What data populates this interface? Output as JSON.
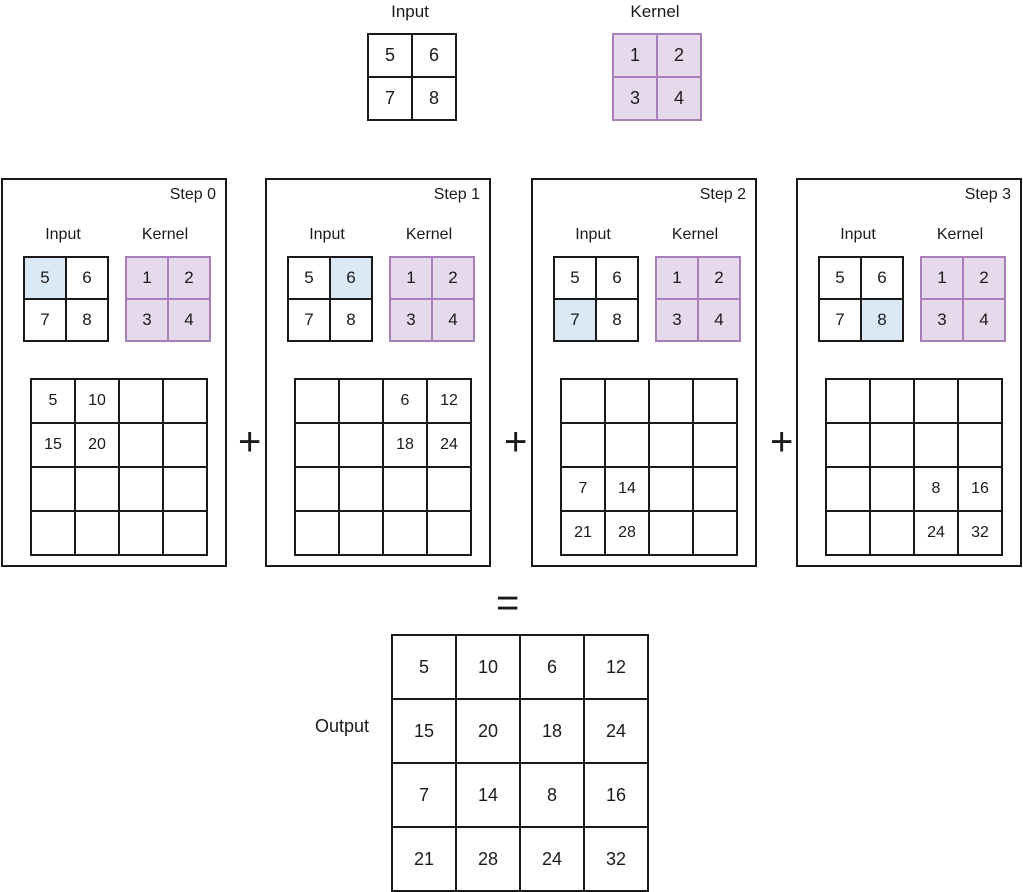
{
  "figure": {
    "title": "2D transposed-convolution / outer-product expansion diagram",
    "operators": {
      "plus": "+",
      "equals": "="
    },
    "colors": {
      "kernel_fill": "#e7d9ec",
      "kernel_border": "#a87fb8",
      "highlight_fill": "#dbe9f6",
      "grid_border": "#1a1a1a",
      "background": "#ffffff"
    }
  },
  "top": {
    "input": {
      "label": "Input",
      "rows": [
        [
          "5",
          "6"
        ],
        [
          "7",
          "8"
        ]
      ]
    },
    "kernel": {
      "label": "Kernel",
      "rows": [
        [
          "1",
          "2"
        ],
        [
          "3",
          "4"
        ]
      ]
    }
  },
  "steps": [
    {
      "title": "Step 0",
      "input_label": "Input",
      "kernel_label": "Kernel",
      "input_rows": [
        [
          "5",
          "6"
        ],
        [
          "7",
          "8"
        ]
      ],
      "kernel_rows": [
        [
          "1",
          "2"
        ],
        [
          "3",
          "4"
        ]
      ],
      "highlight": {
        "row": 0,
        "col": 0,
        "value": "5"
      },
      "result_rows": [
        [
          "5",
          "10",
          "",
          ""
        ],
        [
          "15",
          "20",
          "",
          ""
        ],
        [
          "",
          "",
          "",
          ""
        ],
        [
          "",
          "",
          "",
          ""
        ]
      ]
    },
    {
      "title": "Step 1",
      "input_label": "Input",
      "kernel_label": "Kernel",
      "input_rows": [
        [
          "5",
          "6"
        ],
        [
          "7",
          "8"
        ]
      ],
      "kernel_rows": [
        [
          "1",
          "2"
        ],
        [
          "3",
          "4"
        ]
      ],
      "highlight": {
        "row": 0,
        "col": 1,
        "value": "6"
      },
      "result_rows": [
        [
          "",
          "",
          "6",
          "12"
        ],
        [
          "",
          "",
          "18",
          "24"
        ],
        [
          "",
          "",
          "",
          ""
        ],
        [
          "",
          "",
          "",
          ""
        ]
      ]
    },
    {
      "title": "Step 2",
      "input_label": "Input",
      "kernel_label": "Kernel",
      "input_rows": [
        [
          "5",
          "6"
        ],
        [
          "7",
          "8"
        ]
      ],
      "kernel_rows": [
        [
          "1",
          "2"
        ],
        [
          "3",
          "4"
        ]
      ],
      "highlight": {
        "row": 1,
        "col": 0,
        "value": "7"
      },
      "result_rows": [
        [
          "",
          "",
          "",
          ""
        ],
        [
          "",
          "",
          "",
          ""
        ],
        [
          "7",
          "14",
          "",
          ""
        ],
        [
          "21",
          "28",
          "",
          ""
        ]
      ]
    },
    {
      "title": "Step 3",
      "input_label": "Input",
      "kernel_label": "Kernel",
      "input_rows": [
        [
          "5",
          "6"
        ],
        [
          "7",
          "8"
        ]
      ],
      "kernel_rows": [
        [
          "1",
          "2"
        ],
        [
          "3",
          "4"
        ]
      ],
      "highlight": {
        "row": 1,
        "col": 1,
        "value": "8"
      },
      "result_rows": [
        [
          "",
          "",
          "",
          ""
        ],
        [
          "",
          "",
          "",
          ""
        ],
        [
          "",
          "",
          "8",
          "16"
        ],
        [
          "",
          "",
          "24",
          "32"
        ]
      ]
    }
  ],
  "output": {
    "label": "Output",
    "rows": [
      [
        "5",
        "10",
        "6",
        "12"
      ],
      [
        "15",
        "20",
        "18",
        "24"
      ],
      [
        "7",
        "14",
        "8",
        "16"
      ],
      [
        "21",
        "28",
        "24",
        "32"
      ]
    ]
  }
}
